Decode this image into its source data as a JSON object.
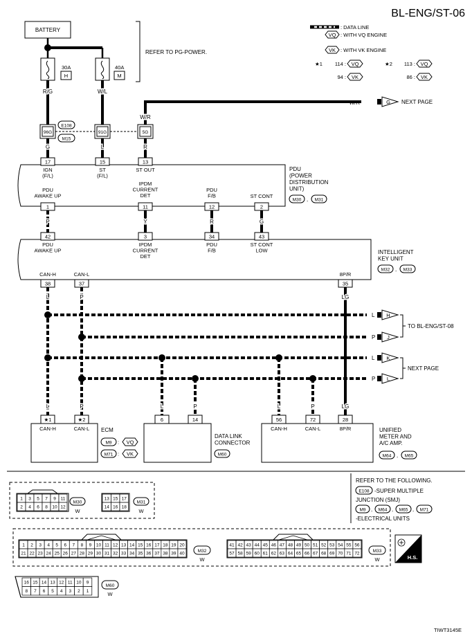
{
  "page_title": "BL-ENG/ST-06",
  "figure_code": "TIWT3145E",
  "legend": {
    "data_line": ": DATA LINE",
    "vq_tag": "VQ",
    "vq_text": ": WITH VQ ENGINE",
    "vk_tag": "VK",
    "vk_text": ": WITH VK ENGINE",
    "star1_label": "★1",
    "star1_vq_pin": "114 :",
    "star1_vk_pin": "94 :",
    "star2_label": "★2",
    "star2_vq_pin": "113 :",
    "star2_vk_pin": "86 :"
  },
  "battery": {
    "label": "BATTERY",
    "refer": "REFER TO PG-POWER.",
    "fuse1_amp": "30A",
    "fuse1_id": "H",
    "fuse2_amp": "40A",
    "fuse2_id": "M"
  },
  "wires": {
    "rg": "R/G",
    "wl": "W/L",
    "wr": "W/R",
    "g": "G",
    "l": "L",
    "r": "R",
    "p": "P",
    "y": "Y",
    "lg": "LG"
  },
  "next_page": {
    "wire": "W/R",
    "tag": "G",
    "text": "NEXT PAGE"
  },
  "smj": {
    "pin_96g": "96G",
    "pin_91g": "91G",
    "pin_5g": "5G",
    "conn_e108": "E108",
    "conn_m15": "M15"
  },
  "pdu": {
    "name": "PDU\n(POWER\nDISTRIBUTION\nUNIT)",
    "conn1": "M30",
    "conn2": "M31",
    "pins_top": [
      {
        "num": "17",
        "label": "IGN\n(F/L)"
      },
      {
        "num": "15",
        "label": "ST\n(F/L)"
      },
      {
        "num": "13",
        "label": "ST OUT"
      }
    ],
    "pins_bottom": [
      {
        "num": "1",
        "label": "PDU\nAWAKE UP"
      },
      {
        "num": "11",
        "label": "IPDM\nCURRENT\nDET"
      },
      {
        "num": "12",
        "label": "PDU\nF/B"
      },
      {
        "num": "2",
        "label": "ST CONT"
      }
    ]
  },
  "iku": {
    "name": "INTELLIGENT\nKEY UNIT",
    "conn1": "M32",
    "conn2": "M33",
    "pins_top": [
      {
        "num": "42",
        "label": "PDU\nAWAKE UP"
      },
      {
        "num": "3",
        "label": "IPDM\nCURRENT\nDET"
      },
      {
        "num": "34",
        "label": "PDU\nF/B"
      },
      {
        "num": "43",
        "label": "ST CONT\nLOW"
      }
    ],
    "pins_bottom": [
      {
        "num": "38",
        "label": "CAN-H"
      },
      {
        "num": "37",
        "label": "CAN-L"
      },
      {
        "num": "35",
        "label": "8P/R"
      }
    ]
  },
  "offpage": {
    "h": "H",
    "j": "J",
    "k": "K",
    "l": "L",
    "to_text": "TO BL-ENG/ST-08",
    "next_text": "NEXT PAGE"
  },
  "ecm": {
    "name": "ECM",
    "pin1": "★1",
    "pin2": "★2",
    "pin1_label": "CAN-H",
    "pin2_label": "CAN-L",
    "conn_vq": "M9",
    "conn_vk": "M71",
    "vq_tag": "VQ",
    "vk_tag": "VK"
  },
  "dlc": {
    "name": "DATA LINK\nCONNECTOR",
    "conn": "M60",
    "pin1": "6",
    "pin2": "14"
  },
  "meter": {
    "name": "UNIFIED\nMETER AND\nA/C AMP.",
    "conn1": "M64",
    "conn2": "M65",
    "pins": [
      {
        "num": "56",
        "label": "CAN-H"
      },
      {
        "num": "72",
        "label": "CAN-L"
      },
      {
        "num": "28",
        "label": "8P/R"
      }
    ]
  },
  "refer_box": {
    "line1": "REFER TO THE FOLLOWING.",
    "e108": "E108",
    "line2": "-SUPER MULTIPLE",
    "line3": "JUNCTION (SMJ)",
    "m9": "M9",
    "m64": "M64",
    "m65": "M65",
    "m71": "M71",
    "line4": "-ELECTRICAL UNITS"
  },
  "connectors": {
    "m30": {
      "id": "M30",
      "color": "W",
      "row1": [
        "1",
        "3",
        "5",
        "7",
        "9",
        "11"
      ],
      "row2": [
        "2",
        "4",
        "6",
        "8",
        "10",
        "12"
      ]
    },
    "m31": {
      "id": "M31",
      "color": "W",
      "row1": [
        "13",
        "15",
        "17"
      ],
      "row2": [
        "14",
        "16",
        "18"
      ]
    },
    "m32": {
      "id": "M32",
      "color": "W",
      "row1": [
        "1",
        "2",
        "3",
        "4",
        "5",
        "6",
        "7",
        "8",
        "9",
        "10",
        "11",
        "12",
        "13",
        "14",
        "15",
        "16",
        "17",
        "18",
        "19",
        "20"
      ],
      "row2": [
        "21",
        "22",
        "23",
        "24",
        "25",
        "26",
        "27",
        "28",
        "29",
        "30",
        "31",
        "32",
        "33",
        "34",
        "35",
        "36",
        "37",
        "38",
        "39",
        "40"
      ]
    },
    "m33": {
      "id": "M33",
      "color": "W",
      "row1": [
        "41",
        "42",
        "43",
        "44",
        "45",
        "46",
        "47",
        "48",
        "49",
        "50",
        "51",
        "52",
        "53",
        "54",
        "55",
        "56"
      ],
      "row2": [
        "57",
        "58",
        "59",
        "60",
        "61",
        "62",
        "63",
        "64",
        "65",
        "66",
        "67",
        "68",
        "69",
        "70",
        "71",
        "72"
      ]
    },
    "m60": {
      "id": "M60",
      "color": "W",
      "row1": [
        "16",
        "15",
        "14",
        "13",
        "12",
        "11",
        "10",
        "9"
      ],
      "row2": [
        "8",
        "7",
        "6",
        "5",
        "4",
        "3",
        "2",
        "1"
      ]
    }
  },
  "hs_badge": "H.S."
}
